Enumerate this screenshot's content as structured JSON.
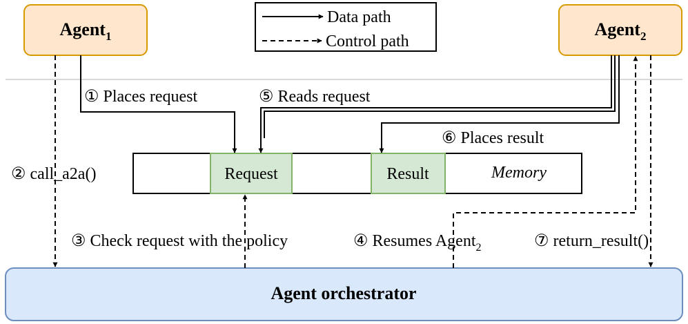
{
  "legend": {
    "data_path": "Data path",
    "control_path": "Control path"
  },
  "agent1": {
    "name": "Agent",
    "sub": "1"
  },
  "agent2": {
    "name": "Agent",
    "sub": "2"
  },
  "orchestrator": {
    "label": "Agent orchestrator"
  },
  "memory": {
    "request": "Request",
    "result": "Result",
    "label": "Memory"
  },
  "steps": {
    "s1": "① Places request",
    "s2": "② call_a2a()",
    "s3": "③ Check request with the policy",
    "s4": "④ Resumes Agent",
    "s4_sub": "2",
    "s5": "⑤ Reads request",
    "s6": "⑥ Places result",
    "s7": "⑦ return_result()"
  },
  "colors": {
    "agent_fill": "#FFE6CC",
    "agent_stroke": "#D79B00",
    "orchestrator_fill": "#DAE8FC",
    "orchestrator_stroke": "#6C8EBF",
    "slot_fill": "#D5E8D4",
    "slot_stroke": "#82B366",
    "separator": "#D9D9D9"
  }
}
